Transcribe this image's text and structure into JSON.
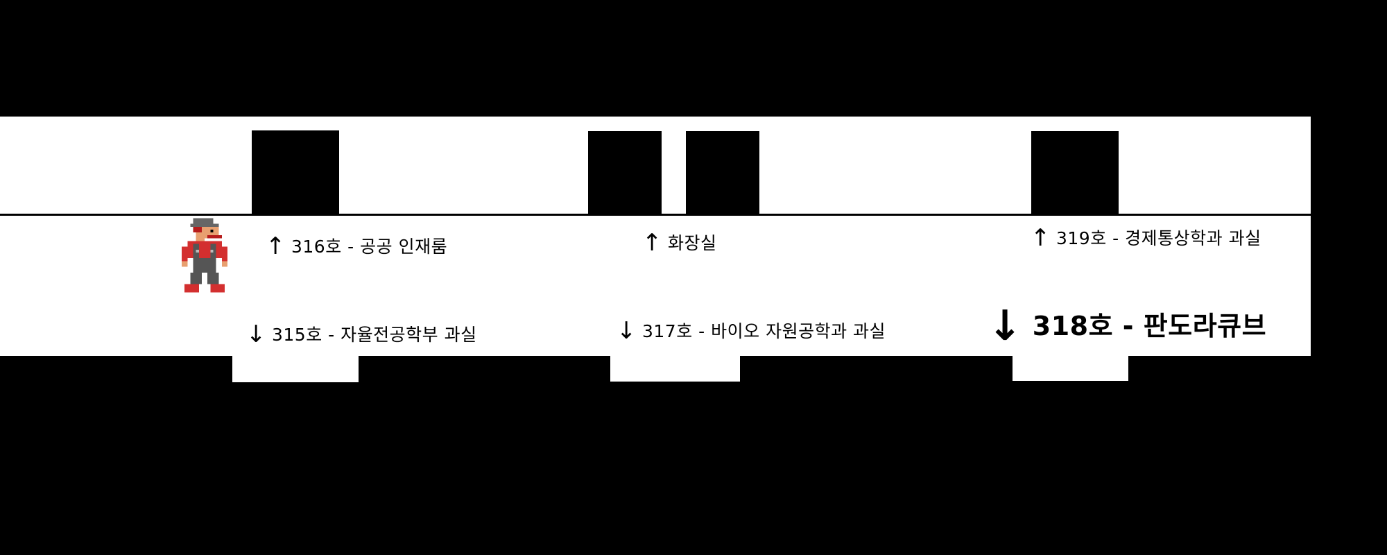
{
  "map": {
    "north_rooms": [
      {
        "id": "316",
        "arrow": "↑",
        "label": "316호 - 공공 인재룸"
      },
      {
        "id": "restroom",
        "arrow": "↑",
        "label": "화장실"
      },
      {
        "id": "319",
        "arrow": "↑",
        "label": "319호 - 경제통상학과 과실"
      }
    ],
    "south_rooms": [
      {
        "id": "315",
        "arrow": "↓",
        "label": "315호 - 자율전공학부 과실"
      },
      {
        "id": "317",
        "arrow": "↓",
        "label": "317호 - 바이오 자원공학과 과실"
      },
      {
        "id": "318",
        "arrow": "↓",
        "label": "318호 - 판도라큐브"
      }
    ]
  },
  "player": {
    "icon": "pixel-character-icon",
    "colors": {
      "body": "#d32f2f",
      "overalls": "#555555",
      "skin": "#e8a070"
    }
  },
  "colors": {
    "background": "#000000",
    "corridor": "#ffffff"
  }
}
